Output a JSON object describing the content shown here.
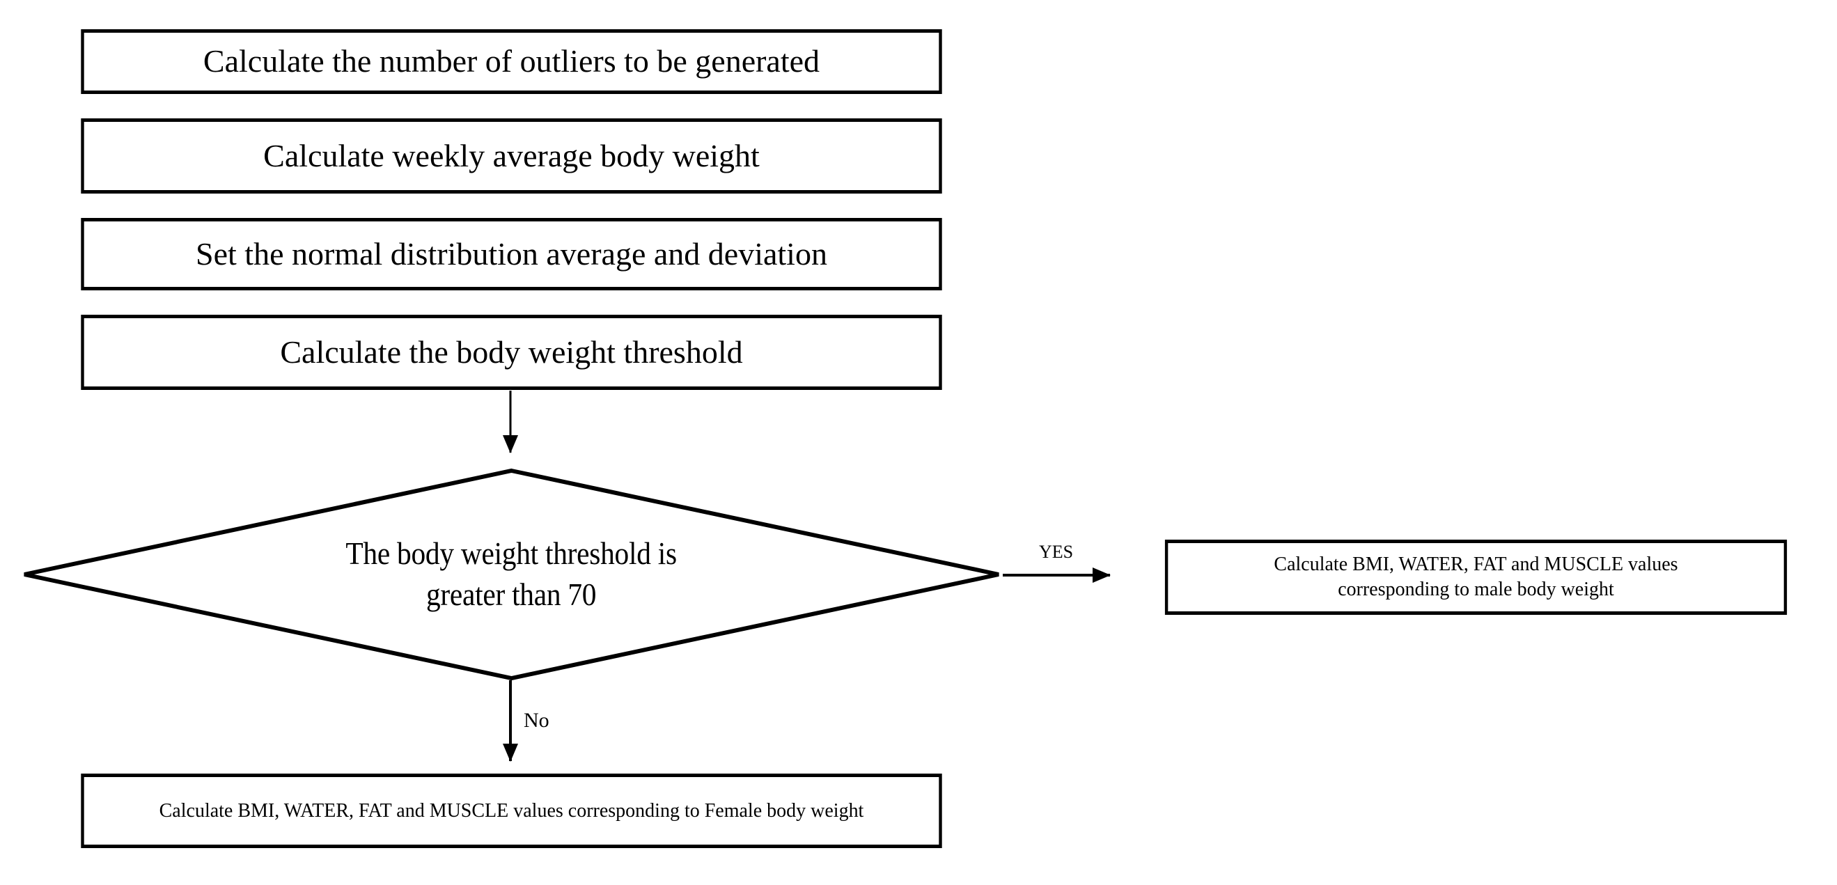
{
  "diagram": {
    "title": "Outlier generation and body-composition branch flowchart",
    "type": "flowchart",
    "background_color": "#ffffff",
    "line_color": "#000000",
    "text_color": "#000000",
    "nodes": [
      {
        "id": "n1",
        "shape": "process",
        "text": "Calculate the number of outliers to be generated"
      },
      {
        "id": "n2",
        "shape": "process",
        "text": "Calculate weekly average body weight"
      },
      {
        "id": "n3",
        "shape": "process",
        "text": "Set the normal distribution average and deviation"
      },
      {
        "id": "n4",
        "shape": "process",
        "text": "Calculate the body weight threshold"
      },
      {
        "id": "n5",
        "shape": "decision",
        "text_line_1": "The body weight threshold is",
        "text_line_2": "greater than 70"
      },
      {
        "id": "n6",
        "shape": "process",
        "text_line_1": "Calculate BMI, WATER, FAT and MUSCLE values",
        "text_line_2": "corresponding to male body weight"
      },
      {
        "id": "n7",
        "shape": "process",
        "text": "Calculate BMI, WATER, FAT and MUSCLE values corresponding to Female body weight"
      }
    ],
    "edges": [
      {
        "id": "e1",
        "from": "n4",
        "to": "n5",
        "label": ""
      },
      {
        "id": "e2",
        "from": "n5",
        "to": "n6",
        "label": "YES"
      },
      {
        "id": "e3",
        "from": "n5",
        "to": "n7",
        "label": "No"
      }
    ]
  }
}
